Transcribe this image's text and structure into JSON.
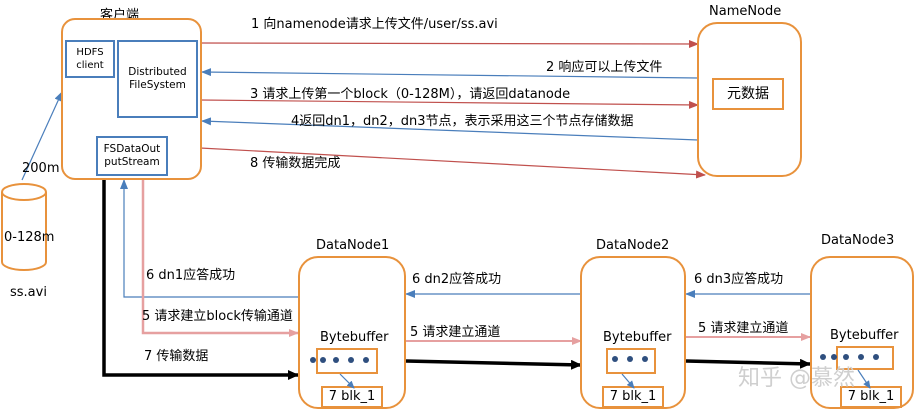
{
  "client": {
    "title": "客户端",
    "hdfs_client": "HDFS\nclient",
    "dfs": "Distributed\nFileSystem",
    "fsdos": "FSDataOut\nputStream"
  },
  "file": {
    "size": "200m",
    "block": "0-128m",
    "name": "ss.avi"
  },
  "namenode": {
    "title": "NameNode",
    "metadata": "元数据"
  },
  "datanodes": [
    {
      "title": "DataNode1",
      "buffer": "Bytebuffer",
      "blk": "7 blk_1"
    },
    {
      "title": "DataNode2",
      "buffer": "Bytebuffer",
      "blk": "7 blk_1"
    },
    {
      "title": "DataNode3",
      "buffer": "Bytebuffer",
      "blk": "7 blk_1"
    }
  ],
  "messages": {
    "m1": "1 向namenode请求上传文件/user/ss.avi",
    "m2": "2 响应可以上传文件",
    "m3": "3 请求上传第一个block（0-128M），请返回datanode",
    "m4": "4返回dn1，dn2，dn3节点，表示采用这三个节点存储数据",
    "m8": "8 传输数据完成",
    "m6a": "6 dn1应答成功",
    "m5a": "5 请求建立block传输通道",
    "m7": "7 传输数据",
    "m6b": "6 dn2应答成功",
    "m5b": "5 请求建立通道",
    "m6c": "6 dn3应答成功",
    "m5c": "5 请求建立通道"
  },
  "watermark": "知乎 @慕然",
  "colors": {
    "orange": "#e8923c",
    "blue": "#4a7ebb",
    "red_arrow": "#c0504d",
    "pink_arrow": "#e6a0a0",
    "blue_arrow": "#4a7ebb"
  }
}
